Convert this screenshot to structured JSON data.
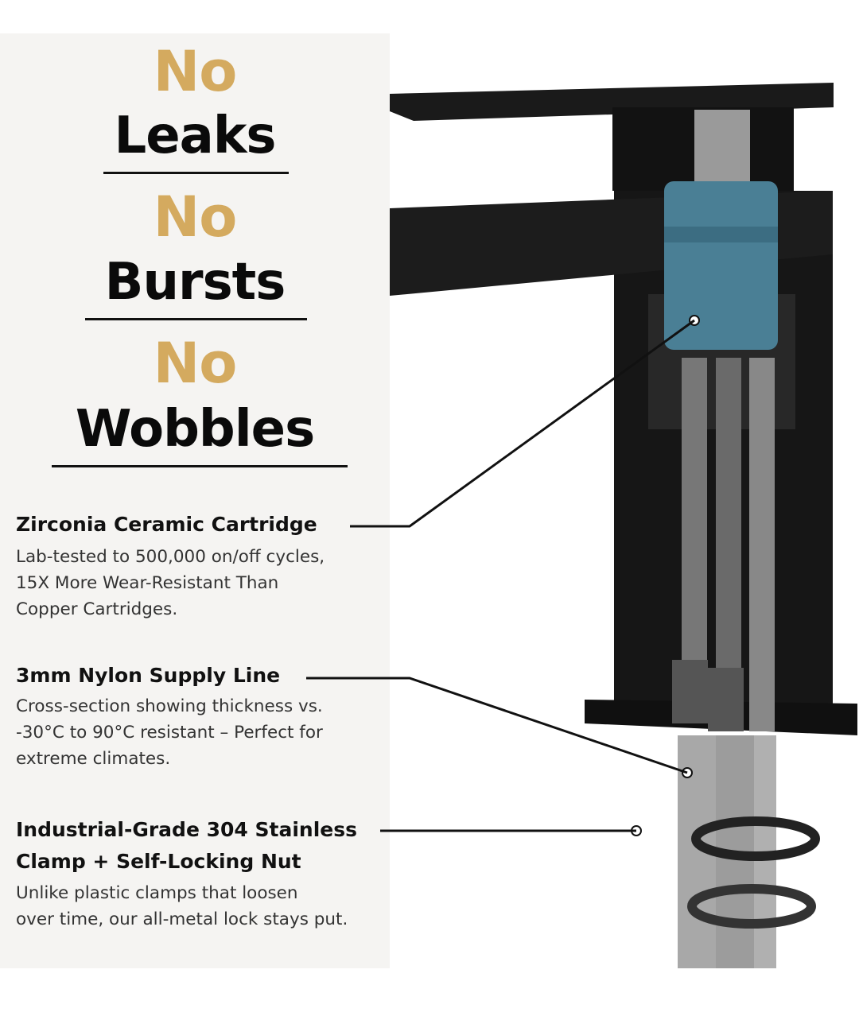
{
  "headlines": [
    {
      "no": "No",
      "word": "Leaks"
    },
    {
      "no": "No",
      "word": "Bursts"
    },
    {
      "no": "No",
      "word": "Wobbles"
    }
  ],
  "features": [
    {
      "title": "Zirconia Ceramic Cartridge",
      "body": [
        "Lab-tested to 500,000 on/off cycles,",
        "15X More Wear-Resistant Than",
        "Copper Cartridges."
      ]
    },
    {
      "title": "3mm Nylon Supply Line",
      "body": [
        "Cross-section showing thickness vs.",
        "-30°C to 90°C resistant – Perfect for",
        "extreme climates."
      ]
    },
    {
      "title_lines": [
        "Industrial-Grade 304 Stainless",
        "Clamp + Self-Locking Nut"
      ],
      "body": [
        "Unlike plastic clamps that loosen",
        "over time, our all-metal lock stays put."
      ]
    }
  ],
  "colors": {
    "gold": "#d4aa5f",
    "panel": "#f5f4f2",
    "faucet": "#151515",
    "cartridge": "#4a7f95"
  }
}
